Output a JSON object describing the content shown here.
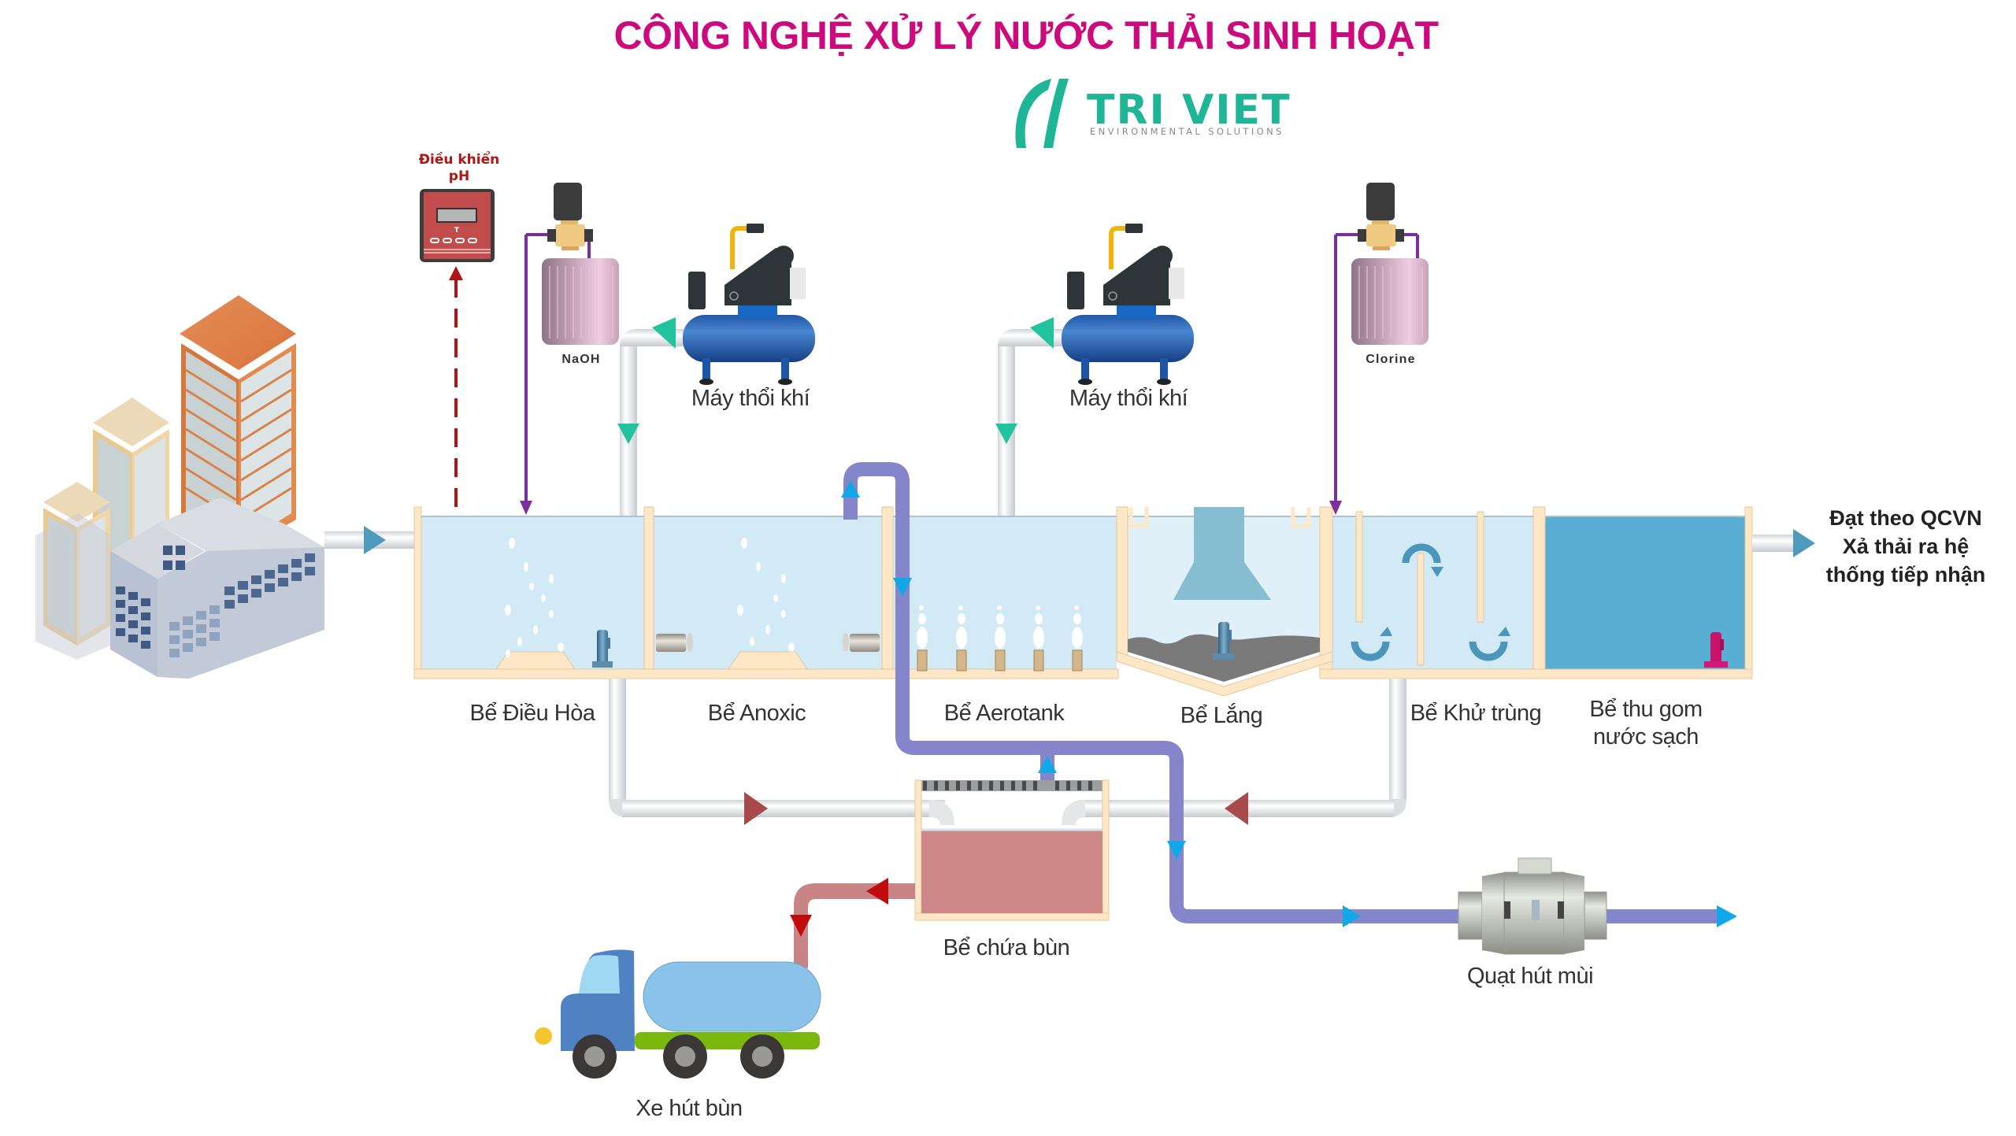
{
  "header": {
    "title": "CÔNG NGHỆ XỬ LÝ NƯỚC THẢI SINH HOẠT",
    "logo": {
      "name": "TRI VIET",
      "tagline": "ENVIRONMENTAL SOLUTIONS",
      "color": "#1fb697"
    }
  },
  "equipment": {
    "ph_controller": {
      "label_line1": "Điều khiển",
      "label_line2": "pH",
      "display_char": "T"
    },
    "naoh_tank": {
      "label": "NaOH"
    },
    "clorine_tank": {
      "label": "Clorine"
    },
    "blower_1": {
      "label": "Máy thổi khí"
    },
    "blower_2": {
      "label": "Máy thổi khí"
    },
    "odor_fan": {
      "label": "Quạt hút mùi"
    },
    "sludge_truck": {
      "label": "Xe hút bùn"
    }
  },
  "tanks": [
    {
      "id": "equalization",
      "label": "Bể Điều Hòa"
    },
    {
      "id": "anoxic",
      "label": "Bể Anoxic"
    },
    {
      "id": "aerotank",
      "label": "Bể Aerotank"
    },
    {
      "id": "settling",
      "label": "Bể Lắng"
    },
    {
      "id": "disinfection",
      "label": "Bể Khử trùng"
    },
    {
      "id": "clean_water",
      "label_line1": "Bể thu gom",
      "label_line2": "nước sạch"
    },
    {
      "id": "sludge",
      "label": "Bể chứa bùn"
    }
  ],
  "discharge": {
    "line1": "Đạt theo QCVN",
    "line2": "Xả thải ra hệ",
    "line3": "thống tiếp nhận"
  },
  "colors": {
    "title": "#cc0a7e",
    "water": "#d1eaf5",
    "clean_water": "#58aed3",
    "tank_wall": "#fde7c6",
    "air_pipe_arrow": "#21c49c",
    "sludge_pipe_arrow": "#a84a4a",
    "odor_pipe": "#8585cc",
    "odor_arrow": "#10a8e6",
    "chemical_line": "#7b2f9c",
    "sludge": "#cf8888"
  }
}
